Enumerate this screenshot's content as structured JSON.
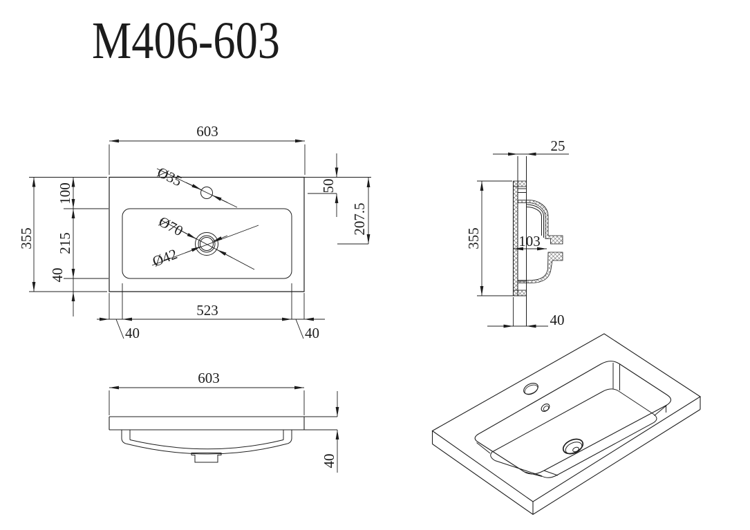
{
  "title": "M406-603",
  "plan_view": {
    "dim_width": "603",
    "dim_depth": "355",
    "dim_back_to_opening": "100",
    "dim_opening_depth": "215",
    "dim_opening_to_front": "40",
    "dim_opening_length": "523",
    "dim_left_margin": "40",
    "dim_right_margin": "40",
    "dim_faucet_from_back": "50",
    "dim_drain_from_back": "207.5",
    "dia_faucet_hole": "Ø35",
    "dia_drain_recess": "Ø70",
    "dia_drain_hole": "Ø42"
  },
  "side_view": {
    "dim_rim_thickness": "25",
    "dim_depth": "355",
    "dim_bowl_depth": "103",
    "dim_edge_height": "40"
  },
  "front_view": {
    "dim_width": "603",
    "dim_edge_height": "40"
  }
}
